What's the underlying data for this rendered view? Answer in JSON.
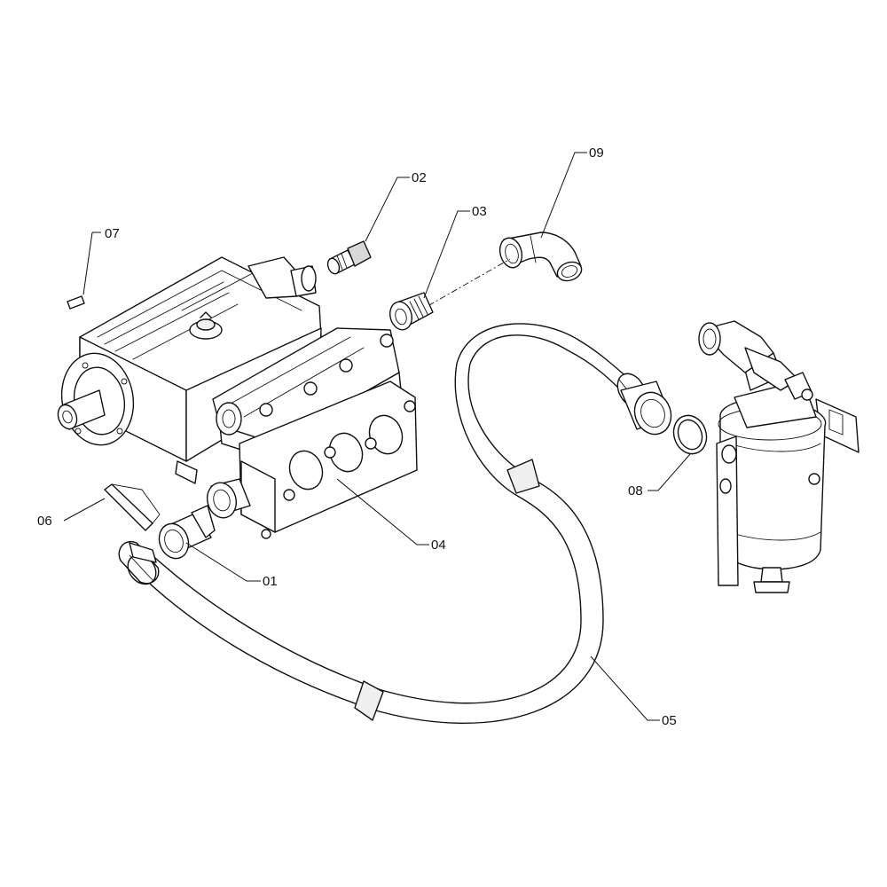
{
  "callouts": {
    "c01": "01",
    "c02": "02",
    "c03": "03",
    "c04": "04",
    "c05": "05",
    "c06": "06",
    "c07": "07",
    "c08": "08",
    "c09": "09"
  }
}
